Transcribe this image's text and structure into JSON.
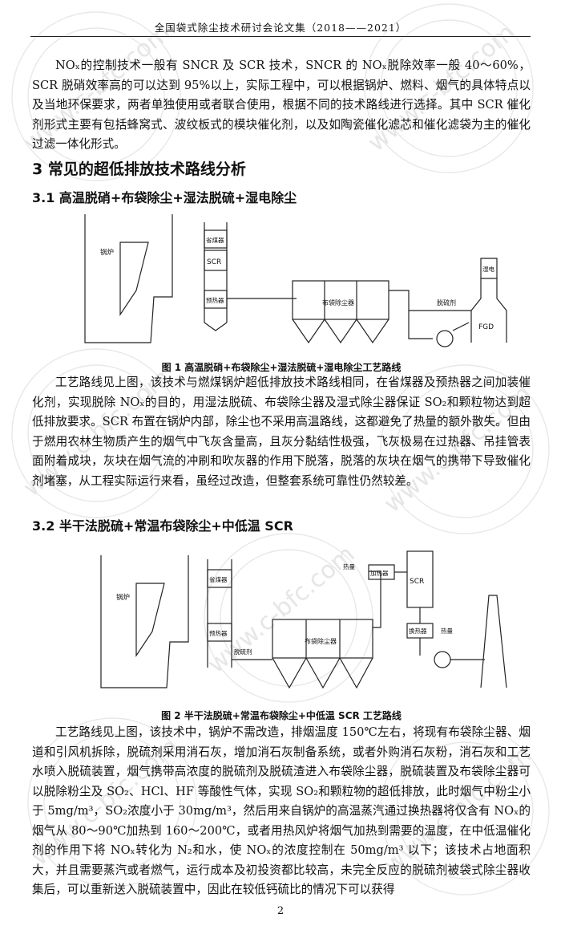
{
  "header": {
    "title": "全国袋式除尘技术研讨会论文集（2018——2021）"
  },
  "intro": {
    "text": "NOₓ的控制技术一般有 SNCR 及 SCR 技术，SNCR 的 NOₓ脱除效率一般 40～60%，SCR 脱硝效率高的可以达到 95%以上，实际工程中，可以根据锅炉、燃料、烟气的具体特点以及当地环保要求，两者单独使用或者联合使用，根据不同的技术路线进行选择。其中 SCR 催化剂形式主要有包括蜂窝式、波纹板式的模块催化剂，以及如陶瓷催化滤芯和催化滤袋为主的催化过滤一体化形式。"
  },
  "section3": {
    "title": "3 常见的超低排放技术路线分析"
  },
  "sec31": {
    "title": "3.1  高温脱硝+布袋除尘+湿法脱硫+湿电除尘",
    "fig": {
      "boiler": "锅炉",
      "economizer": "省煤器",
      "scr": "SCR",
      "preheater": "预热器",
      "baghouse": "布袋除尘器",
      "desulf": "脱硫剂",
      "wesp": "湿电",
      "fgd": "FGD"
    },
    "caption": "图 1  高温脱硝+布袋除尘+湿法脱硫+湿电除尘工艺路线",
    "text": "工艺路线见上图，该技术与燃煤锅炉超低排放技术路线相同，在省煤器及预热器之间加装催化剂，实现脱除 NOₓ的目的，用湿法脱硫、布袋除尘器及湿式除尘器保证 SO₂和颗粒物达到超低排放要求。SCR 布置在锅炉内部，除尘也不采用高温路线，这都避免了热量的额外散失。但由于燃用农林生物质产生的烟气中飞灰含量高，且灰分黏结性极强，飞灰极易在过热器、吊挂管表面附着成块，灰块在烟气流的冲刷和吹灰器的作用下脱落，脱落的灰块在烟气的携带下导致催化剂堵塞，从工程实际运行来看，虽经过改造，但整套系统可靠性仍然较差。"
  },
  "sec32": {
    "title": "3.2 半干法脱硫+常温布袋除尘+中低温 SCR",
    "fig": {
      "boiler": "锅炉",
      "economizer": "省煤器",
      "preheater": "预热器",
      "desulfurizer": "脱硫剂",
      "baghouse": "布袋除尘器",
      "heat_in": "热量",
      "heater": "加热器",
      "scr": "SCR",
      "exchanger": "换热器",
      "heat_out": "热量"
    },
    "caption": "图 2  半干法脱硫+常温布袋除尘+中低温 SCR 工艺路线",
    "text": "工艺路线见上图，该技术中，锅炉不需改造，排烟温度 150℃左右，将现有布袋除尘器、烟道和引风机拆除，脱硫剂采用消石灰，增加消石灰制备系统，或者外购消石灰粉，消石灰和工艺水喷入脱硫装置，烟气携带高浓度的脱硫剂及脱硫渣进入布袋除尘器，脱硫装置及布袋除尘器可以脱除粉尘及 SO₂、HCl、HF 等酸性气体，实现 SO₂和颗粒物的超低排放，此时烟气中粉尘小于 5mg/m³，SO₂浓度小于 30mg/m³，然后用来自锅炉的高温蒸汽通过换热器将仅含有 NOₓ的烟气从 80～90℃加热到 160～200℃，或者用热风炉将烟气加热到需要的温度，在中低温催化剂的作用下将 NOₓ转化为 N₂和水，使 NOₓ的浓度控制在 50mg/m³ 以下；该技术占地面积大，并且需要蒸汽或者燃气，运行成本及初投资都比较高，未完全反应的脱硫剂被袋式除尘器收集后，可以重新送入脱硫装置中，因此在较低钙硫比的情况下可以获得"
  },
  "page": {
    "number": "2"
  },
  "watermark": {
    "text": "www.c-bfc.com"
  }
}
